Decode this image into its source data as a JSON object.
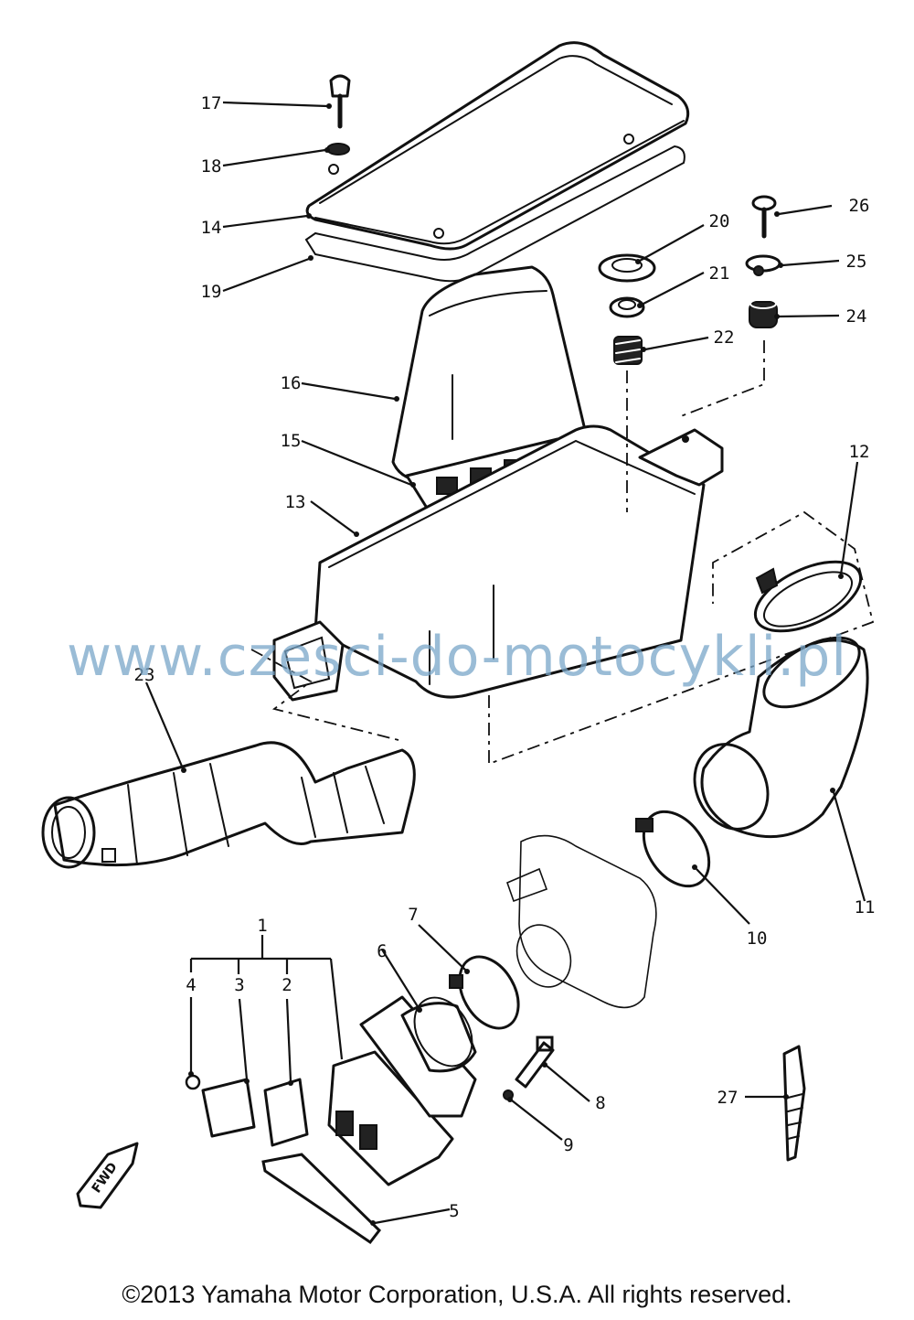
{
  "callouts": [
    {
      "n": "1"
    },
    {
      "n": "2"
    },
    {
      "n": "3"
    },
    {
      "n": "4"
    },
    {
      "n": "5"
    },
    {
      "n": "6"
    },
    {
      "n": "7"
    },
    {
      "n": "8"
    },
    {
      "n": "9"
    },
    {
      "n": "10"
    },
    {
      "n": "11"
    },
    {
      "n": "12"
    },
    {
      "n": "13"
    },
    {
      "n": "14"
    },
    {
      "n": "15"
    },
    {
      "n": "16"
    },
    {
      "n": "17"
    },
    {
      "n": "18"
    },
    {
      "n": "19"
    },
    {
      "n": "20"
    },
    {
      "n": "21"
    },
    {
      "n": "22"
    },
    {
      "n": "23"
    },
    {
      "n": "24"
    },
    {
      "n": "25"
    },
    {
      "n": "26"
    },
    {
      "n": "27"
    }
  ],
  "fwd_label": "FWD",
  "watermark": "www.czesci-do-motocykli.pl",
  "copyright": "©2013 Yamaha Motor Corporation, U.S.A. All rights reserved."
}
